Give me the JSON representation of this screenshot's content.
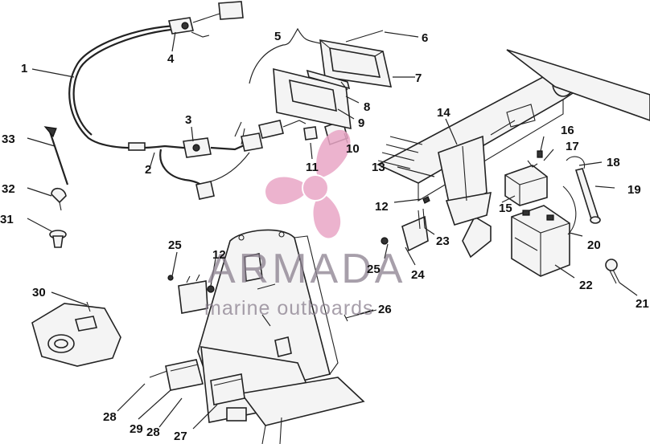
{
  "watermark": {
    "brand": "ARMADA",
    "tagline": "marine outboards",
    "logo_color": "#e9a6c6",
    "text_color": "#8a7f8e"
  },
  "callouts": [
    {
      "id": "c1",
      "text": "1"
    },
    {
      "id": "c2",
      "text": "2"
    },
    {
      "id": "c3",
      "text": "3"
    },
    {
      "id": "c4",
      "text": "4"
    },
    {
      "id": "c5",
      "text": "5"
    },
    {
      "id": "c6",
      "text": "6"
    },
    {
      "id": "c7",
      "text": "7"
    },
    {
      "id": "c8",
      "text": "8"
    },
    {
      "id": "c9",
      "text": "9"
    },
    {
      "id": "c10",
      "text": "10"
    },
    {
      "id": "c11",
      "text": "11"
    },
    {
      "id": "c12a",
      "text": "12"
    },
    {
      "id": "c12b",
      "text": "12"
    },
    {
      "id": "c13",
      "text": "13"
    },
    {
      "id": "c14",
      "text": "14"
    },
    {
      "id": "c15",
      "text": "15"
    },
    {
      "id": "c16",
      "text": "16"
    },
    {
      "id": "c17",
      "text": "17"
    },
    {
      "id": "c18",
      "text": "18"
    },
    {
      "id": "c19",
      "text": "19"
    },
    {
      "id": "c20",
      "text": "20"
    },
    {
      "id": "c21",
      "text": "21"
    },
    {
      "id": "c22",
      "text": "22"
    },
    {
      "id": "c23",
      "text": "23"
    },
    {
      "id": "c24",
      "text": "24"
    },
    {
      "id": "c25a",
      "text": "25"
    },
    {
      "id": "c25b",
      "text": "25"
    },
    {
      "id": "c26",
      "text": "26"
    },
    {
      "id": "c27",
      "text": "27"
    },
    {
      "id": "c28a",
      "text": "28"
    },
    {
      "id": "c28b",
      "text": "28"
    },
    {
      "id": "c29",
      "text": "29"
    },
    {
      "id": "c30",
      "text": "30"
    },
    {
      "id": "c31",
      "text": "31"
    },
    {
      "id": "c32",
      "text": "32"
    },
    {
      "id": "c33",
      "text": "33"
    }
  ]
}
